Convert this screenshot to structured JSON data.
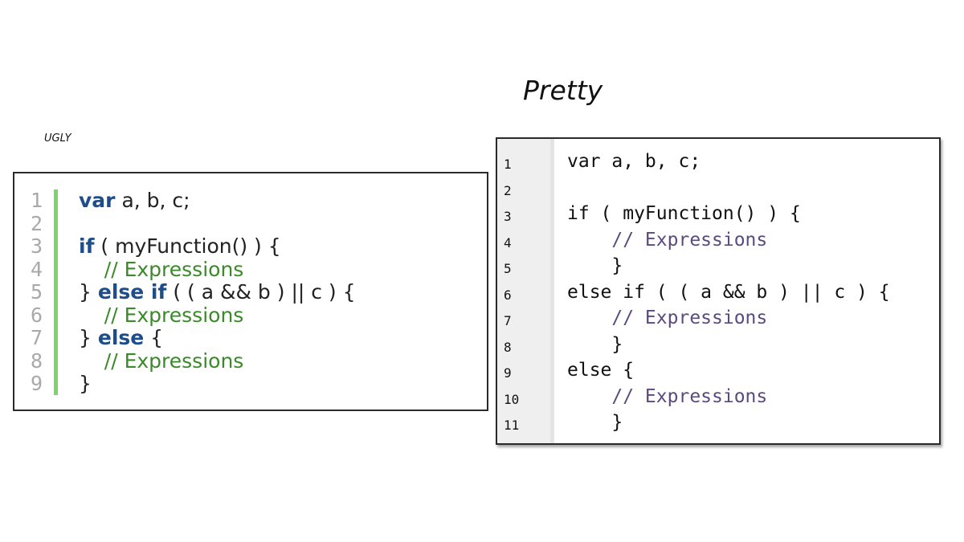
{
  "labels": {
    "ugly": "UGLY",
    "pretty": "Pretty"
  },
  "ugly_panel": {
    "line_numbers": [
      "1",
      "2",
      "3",
      "4",
      "5",
      "6",
      "7",
      "8",
      "9"
    ],
    "lines": [
      [
        {
          "t": "var",
          "k": "kw"
        },
        {
          "t": " a, b, c;",
          "k": "tx"
        }
      ],
      [],
      [
        {
          "t": "if",
          "k": "kw"
        },
        {
          "t": " ( myFunction() ) {",
          "k": "tx"
        }
      ],
      [
        {
          "t": "    // Expressions",
          "k": "cm"
        }
      ],
      [
        {
          "t": "} ",
          "k": "tx"
        },
        {
          "t": "else if",
          "k": "kw"
        },
        {
          "t": " ( ( a && b ) || c ) {",
          "k": "tx"
        }
      ],
      [
        {
          "t": "    // Expressions",
          "k": "cm"
        }
      ],
      [
        {
          "t": "} ",
          "k": "tx"
        },
        {
          "t": "else",
          "k": "kw"
        },
        {
          "t": " {",
          "k": "tx"
        }
      ],
      [
        {
          "t": "    // Expressions",
          "k": "cm"
        }
      ],
      [
        {
          "t": "}",
          "k": "tx"
        }
      ]
    ]
  },
  "pretty_panel": {
    "line_numbers": [
      "1",
      "2",
      "3",
      "4",
      "5",
      "6",
      "7",
      "8",
      "9",
      "10",
      "11"
    ],
    "lines": [
      [
        {
          "t": "var a, b, c;",
          "k": "tx"
        }
      ],
      [],
      [
        {
          "t": "if ( myFunction() ) {",
          "k": "tx"
        }
      ],
      [
        {
          "t": "    // Expressions",
          "k": "cm"
        }
      ],
      [
        {
          "t": "    }",
          "k": "tx"
        }
      ],
      [
        {
          "t": "else if ( ( a && b ) || c ) {",
          "k": "tx"
        }
      ],
      [
        {
          "t": "    // Expressions",
          "k": "cm"
        }
      ],
      [
        {
          "t": "    }",
          "k": "tx"
        }
      ],
      [
        {
          "t": "else {",
          "k": "tx"
        }
      ],
      [
        {
          "t": "    // Expressions",
          "k": "cm"
        }
      ],
      [
        {
          "t": "    }",
          "k": "tx"
        }
      ]
    ]
  },
  "colors": {
    "ugly_keyword": "#1d4d8a",
    "ugly_comment": "#3b8a2a",
    "ugly_gutter_bar": "#7dd46b",
    "pretty_comment": "#5b4a7e"
  }
}
